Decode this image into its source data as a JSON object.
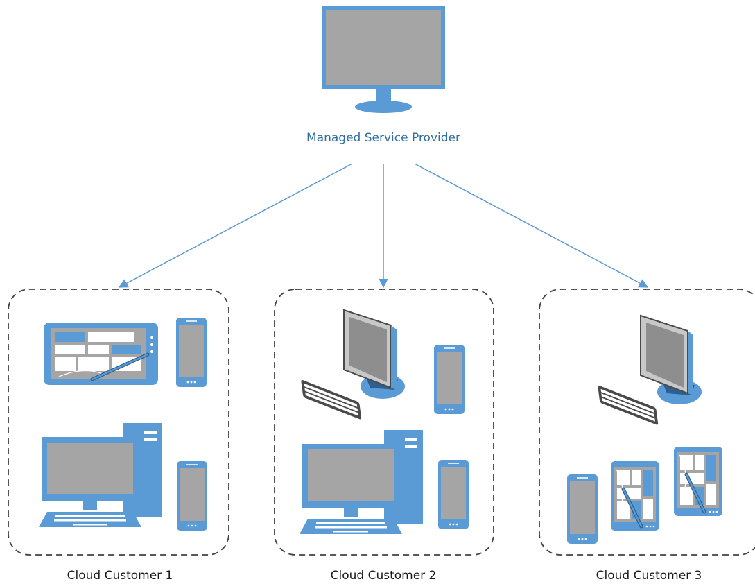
{
  "colors": {
    "device_blue": "#5b9bd5",
    "screen_gray": "#a5a5a5",
    "line_blue": "#5b9bd5",
    "box_border": "#404040"
  },
  "provider": {
    "label": "Managed Service Provider",
    "icon": "monitor-icon"
  },
  "customers": [
    {
      "label": "Cloud Customer 1",
      "devices": [
        "tablet-pen-icon",
        "smartphone-icon",
        "desktop-pc-icon",
        "smartphone-icon"
      ]
    },
    {
      "label": "Cloud Customer 2",
      "devices": [
        "crt-monitor-keyboard-icon",
        "smartphone-icon",
        "desktop-pc-icon",
        "smartphone-icon"
      ]
    },
    {
      "label": "Cloud Customer 3",
      "devices": [
        "crt-monitor-keyboard-icon",
        "smartphone-icon",
        "tablet-pen-icon",
        "tablet-pen-icon"
      ]
    }
  ]
}
